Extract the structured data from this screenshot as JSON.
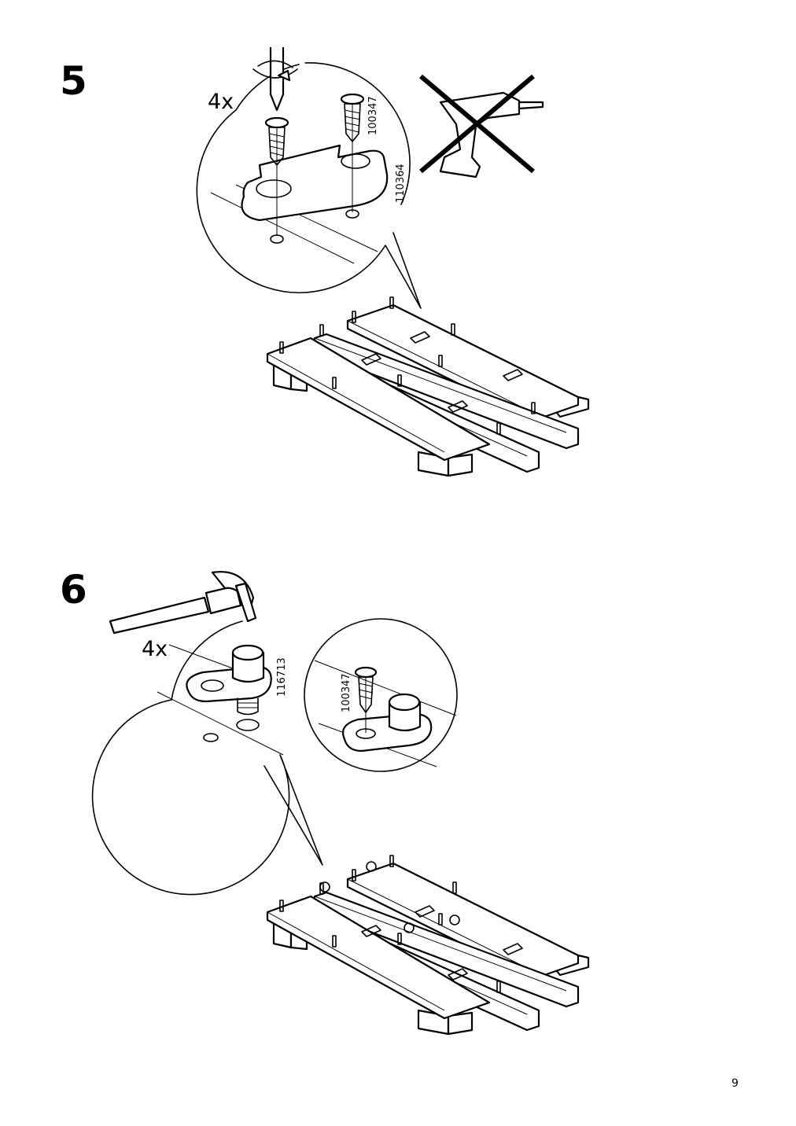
{
  "page": {
    "number": "9"
  },
  "steps": [
    {
      "number": "5",
      "quantity": "4x",
      "parts": [
        "100347",
        "110364"
      ],
      "tools": [
        "screwdriver-icon",
        "power-drill-crossed-out-icon"
      ]
    },
    {
      "number": "6",
      "quantity": "4x",
      "parts": [
        "116713",
        "100347"
      ],
      "tools": [
        "hammer-icon"
      ]
    }
  ]
}
